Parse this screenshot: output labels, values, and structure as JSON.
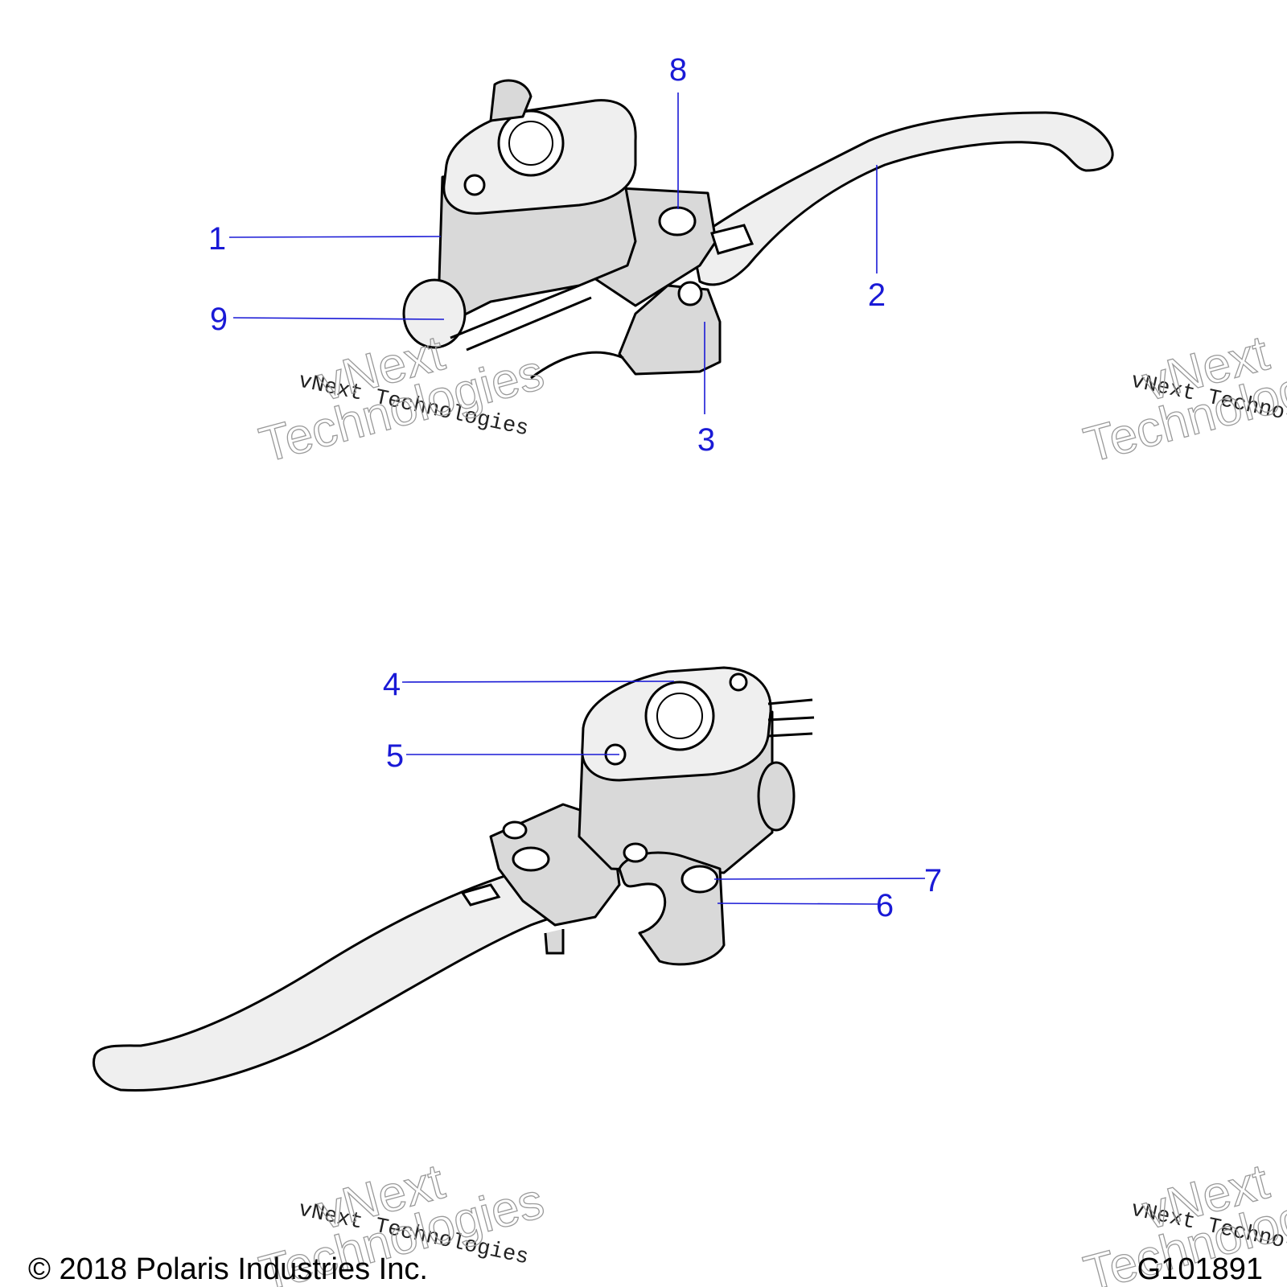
{
  "callouts": [
    {
      "id": "1",
      "label": "1"
    },
    {
      "id": "2",
      "label": "2"
    },
    {
      "id": "3",
      "label": "3"
    },
    {
      "id": "4",
      "label": "4"
    },
    {
      "id": "5",
      "label": "5"
    },
    {
      "id": "6",
      "label": "6"
    },
    {
      "id": "7",
      "label": "7"
    },
    {
      "id": "8",
      "label": "8"
    },
    {
      "id": "9",
      "label": "9"
    }
  ],
  "watermark": {
    "small": "vNext Technologies",
    "big_line1": "vNext",
    "big_line2": "Technologies"
  },
  "footer": {
    "copyright": "© 2018 Polaris Industries Inc.",
    "figure_code": "G101891"
  },
  "colors": {
    "callout": "#1a1ad6",
    "part_fill": "#d9d9d9",
    "outline": "#000000"
  }
}
